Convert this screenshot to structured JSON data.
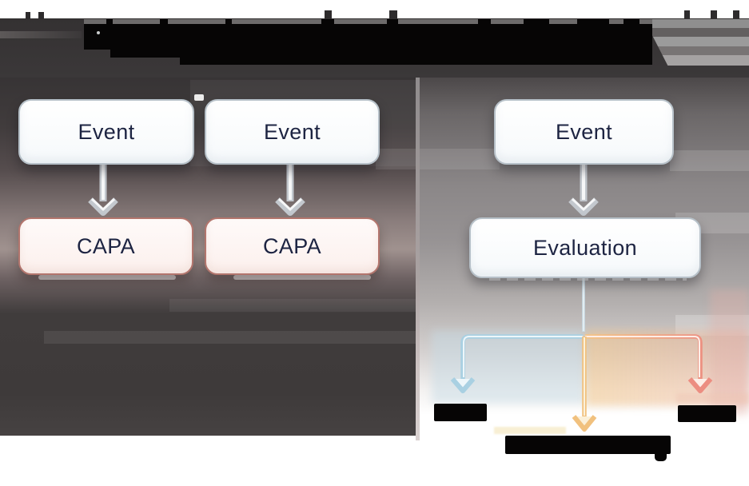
{
  "title": {
    "obscured": true
  },
  "left_panel": {
    "nodes": [
      {
        "id": "event-1",
        "label": "Event"
      },
      {
        "id": "event-2",
        "label": "Event"
      },
      {
        "id": "capa-1",
        "label": "CAPA"
      },
      {
        "id": "capa-2",
        "label": "CAPA"
      }
    ],
    "connections": [
      {
        "from": "event-1",
        "to": "capa-1"
      },
      {
        "from": "event-2",
        "to": "capa-2"
      }
    ]
  },
  "right_panel": {
    "nodes": [
      {
        "id": "event-3",
        "label": "Event"
      },
      {
        "id": "evaluation",
        "label": "Evaluation"
      }
    ],
    "connections": [
      {
        "from": "event-3",
        "to": "evaluation"
      }
    ],
    "branches": [
      {
        "id": "branch-left",
        "color": "#a9d0e2",
        "label_obscured": true
      },
      {
        "id": "branch-center",
        "color": "#f1c17e",
        "label_obscured": true
      },
      {
        "id": "branch-right",
        "color": "#ec8d81",
        "label_obscured": true
      }
    ]
  },
  "colors": {
    "node_text": "#1d2442",
    "event_box_bg": "#fbfdfe",
    "event_box_border": "#b6c0c8",
    "capa_box_bg": "#fcf2ef",
    "capa_box_border": "#b2756d",
    "connector_gray": "#c3c8ce",
    "branch_blue": "#a9d0e2",
    "branch_yellow": "#f1c17e",
    "branch_red": "#ec8d81",
    "left_panel_bg": "#3e3a3a",
    "divider": "#aaa2a2"
  }
}
